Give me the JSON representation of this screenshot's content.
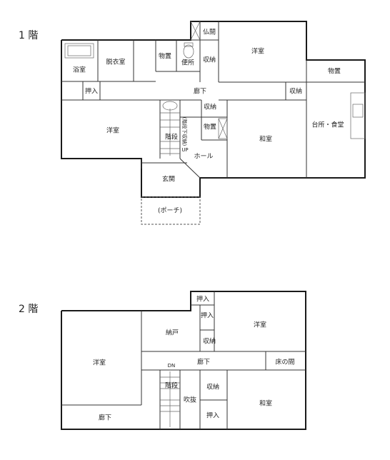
{
  "floor1": {
    "title": "1 階",
    "rooms": {
      "butsuma": "仏間",
      "yoshitsu_ne": "洋室",
      "monooki_a": "物置",
      "benjo": "便所",
      "shuno_a": "収納",
      "yokushitsu": "浴室",
      "datsuishitsu": "脱衣室",
      "monooki_b": "物置",
      "oshiire": "押入",
      "roka": "廊下",
      "shuno_b": "収納",
      "yoshitsu_w": "洋室",
      "shuno_c": "収納",
      "monooki_c": "物置",
      "washitsu": "和室",
      "daidokoro": "台所・食堂",
      "kaidan_shuno": "(階段下収納)",
      "kaidan": "階段",
      "up": "UP",
      "hall": "ホール",
      "genkan": "玄関",
      "porch": "(ポーチ)"
    }
  },
  "floor2": {
    "title": "2 階",
    "rooms": {
      "oshiire_a": "押入",
      "oshiire_b": "押入",
      "yoshitsu_ne": "洋室",
      "nando": "納戸",
      "shuno_a": "収納",
      "yoshitsu_w": "洋室",
      "roka": "廊下",
      "tokonoma": "床の間",
      "dn": "DN",
      "kaidan": "階段",
      "fukinuke": "吹抜",
      "shuno_b": "収納",
      "washitsu": "和室",
      "roka_b": "廊下",
      "oshiire_c": "押入"
    }
  }
}
